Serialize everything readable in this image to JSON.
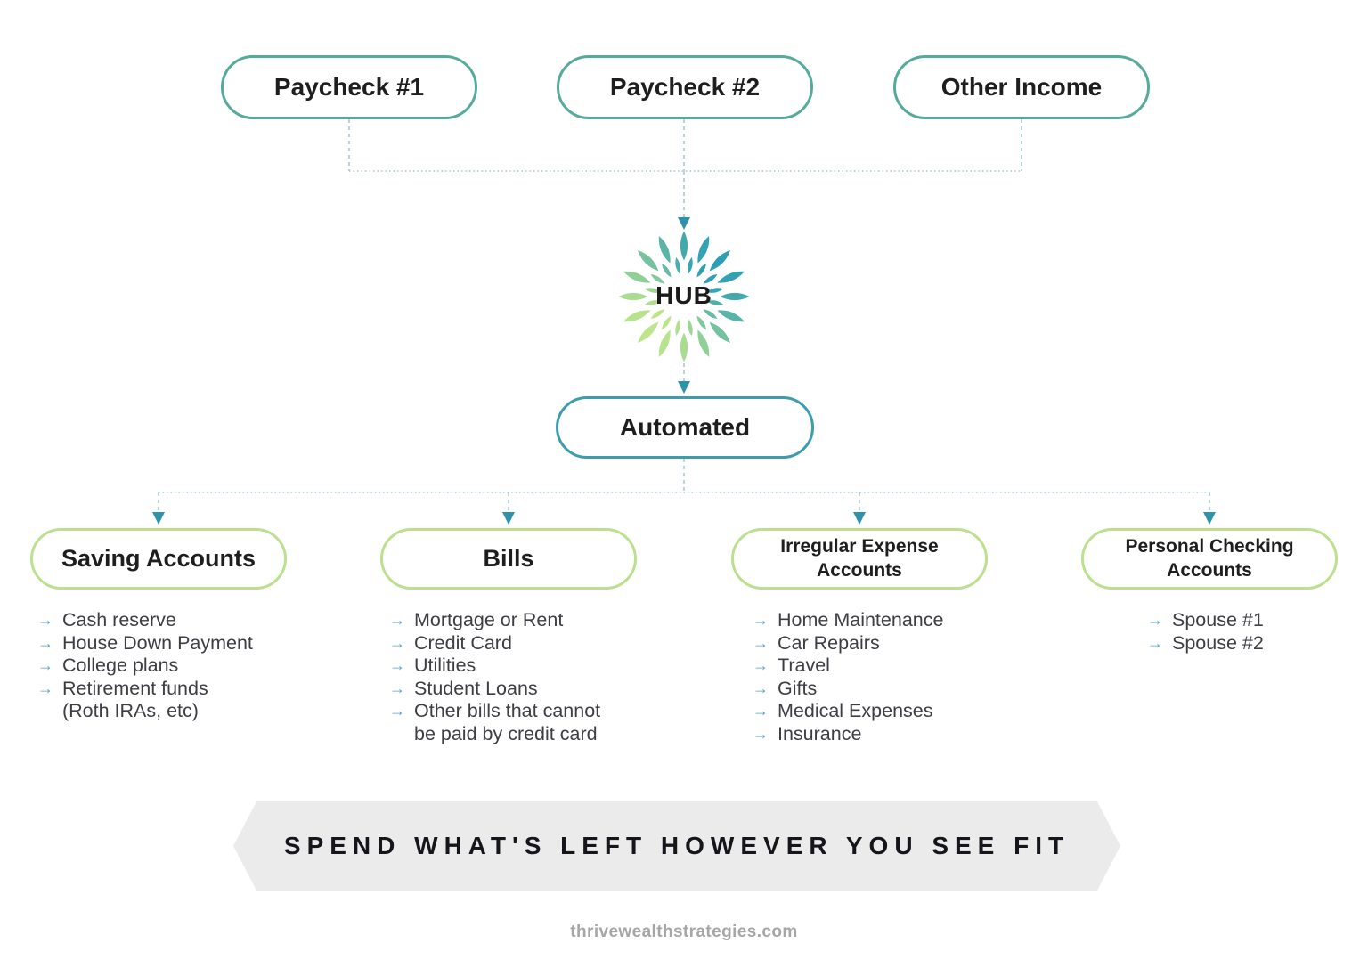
{
  "colors": {
    "income_box_border": "#55AA9B",
    "automated_box_border": "#3D9DAF",
    "account_box_border": "#BCDF90",
    "connector_line": "#A4C7D3",
    "arrowhead": "#2E93A8",
    "hub_teal": "#2D9FB4",
    "hub_green": "#BEE58B",
    "banner_background": "#EBEBEB",
    "banner_text": "#15151B",
    "title_text": "#1E1E1E",
    "list_text": "#3D3D44",
    "bullet": "#5AA2C2",
    "footer_text": "#A6A6A6"
  },
  "income_sources": [
    {
      "label": "Paycheck #1"
    },
    {
      "label": "Paycheck #2"
    },
    {
      "label": "Other Income"
    }
  ],
  "hub": {
    "label": "HUB",
    "icon": "leaf-burst"
  },
  "automated": {
    "label": "Automated"
  },
  "accounts": [
    {
      "title": "Saving Accounts",
      "items": [
        "Cash reserve",
        "House Down Payment",
        "College plans",
        "Retirement funds\n(Roth IRAs, etc)"
      ]
    },
    {
      "title": "Bills",
      "items": [
        "Mortgage or Rent",
        "Credit Card",
        "Utilities",
        "Student Loans",
        "Other bills that cannot\nbe paid by credit card"
      ]
    },
    {
      "title": "Irregular Expense\nAccounts",
      "items": [
        "Home Maintenance",
        "Car Repairs",
        "Travel",
        "Gifts",
        "Medical Expenses",
        "Insurance"
      ]
    },
    {
      "title": "Personal Checking\nAccounts",
      "items": [
        "Spouse #1",
        "Spouse #2"
      ]
    }
  ],
  "ui": {
    "bullet_glyph": "→"
  },
  "banner": {
    "text": "SPEND WHAT'S LEFT HOWEVER YOU SEE FIT"
  },
  "footer": {
    "text": "thrivewealthstrategies.com"
  }
}
